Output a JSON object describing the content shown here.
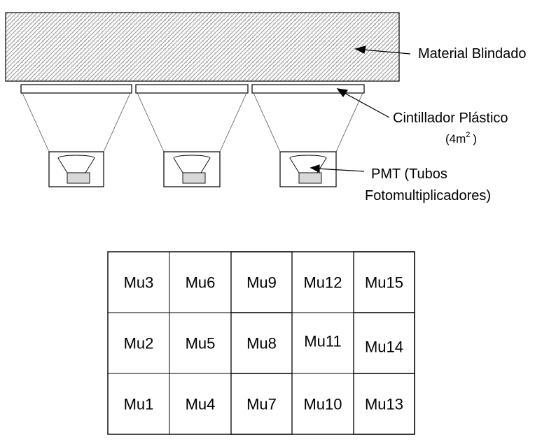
{
  "labels": {
    "shield": "Material Blindado",
    "scintillator_line1": "Cintillador Plástico",
    "scintillator_line2_prefix": "(4m",
    "scintillator_line2_sup": "2",
    "scintillator_line2_suffix": ")",
    "pmt_line1": "PMT  (Tubos",
    "pmt_line2": "Fotomultiplicadores)"
  },
  "grid": {
    "rows": [
      [
        "Mu3",
        "Mu6",
        "Mu9",
        "Mu12",
        "Mu15"
      ],
      [
        "Mu2",
        "Mu5",
        "Mu8",
        "Mu11",
        "Mu14"
      ],
      [
        "Mu1",
        "Mu4",
        "Mu7",
        "Mu10",
        "Mu13"
      ]
    ]
  },
  "colors": {
    "hatch": "#8a8a8a",
    "pmt_fill": "#d8d8d8",
    "line": "#000000"
  }
}
